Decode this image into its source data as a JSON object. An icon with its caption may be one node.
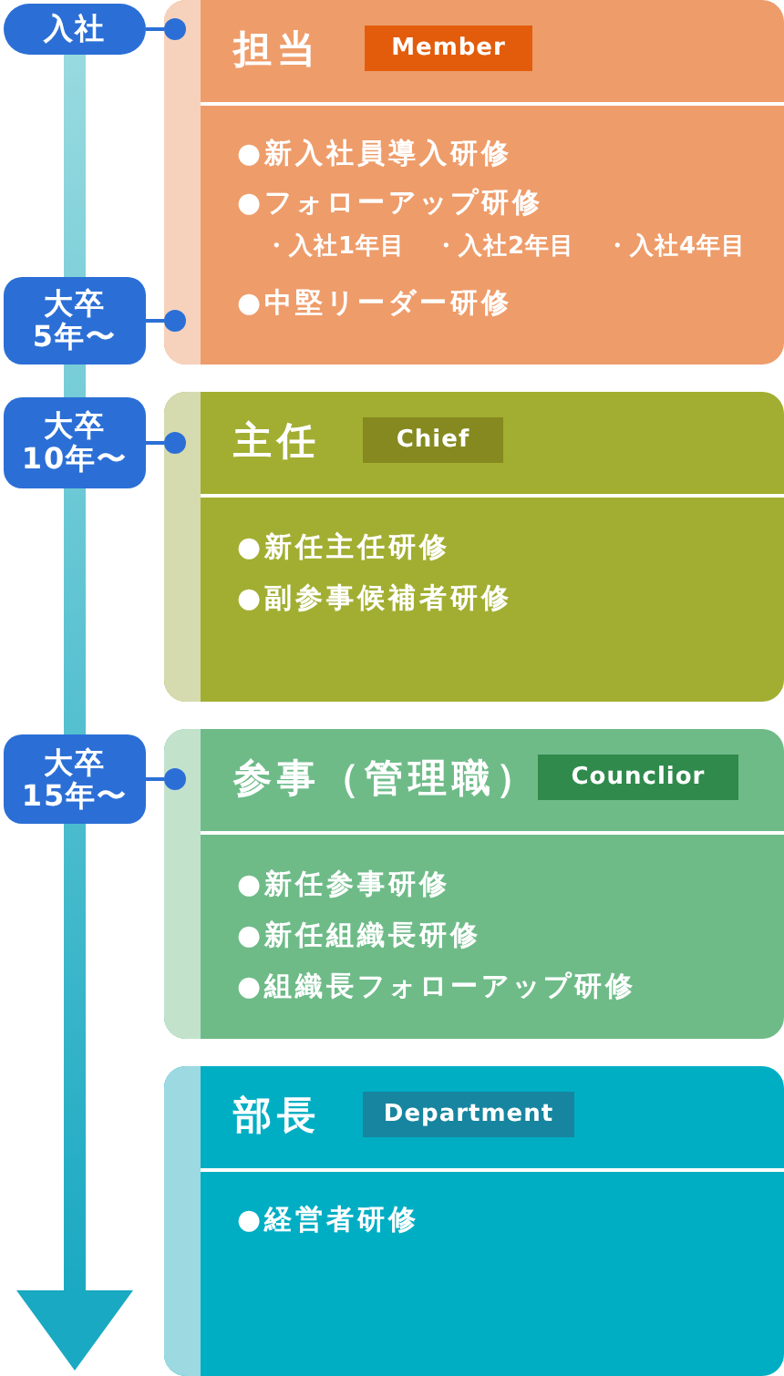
{
  "diagram": {
    "nodes": [
      {
        "text": [
          "入社"
        ]
      },
      {
        "text": [
          "担当",
          "●新入社員導入研修",
          "●フォローアップ研修",
          "・入社1年目",
          "・入社2年目",
          "・入社4年目",
          "●中堅リーダー研修"
        ]
      },
      {
        "text": [
          "Member"
        ],
        "in": 1
      },
      {
        "text": [
          "大卒5年〜"
        ]
      },
      {
        "text": [
          "大卒10年〜"
        ]
      },
      {
        "text": [
          "主任",
          "●新任主任研修",
          "●副参事候補者研修"
        ]
      },
      {
        "text": [
          "Chief"
        ],
        "in": 5
      },
      {
        "text": [
          "大卒15年〜"
        ]
      },
      {
        "text": [
          "参事（管理職）",
          "●新任参事研修",
          "●新任組織長研修",
          "●組織長フォローアップ研修"
        ]
      },
      {
        "text": [
          "Counclior"
        ],
        "in": 8
      },
      {
        "text": [
          "部長",
          "●経営者研修"
        ]
      },
      {
        "text": [
          "Department"
        ],
        "in": 10
      }
    ],
    "edges": [
      {
        "from": 0,
        "to": 1,
        "arrow": "other"
      },
      {
        "from": 3,
        "to": 1,
        "arrow": "other"
      },
      {
        "from": 4,
        "to": 5,
        "arrow": "other"
      },
      {
        "from": 7,
        "to": 8,
        "arrow": "other"
      }
    ]
  }
}
